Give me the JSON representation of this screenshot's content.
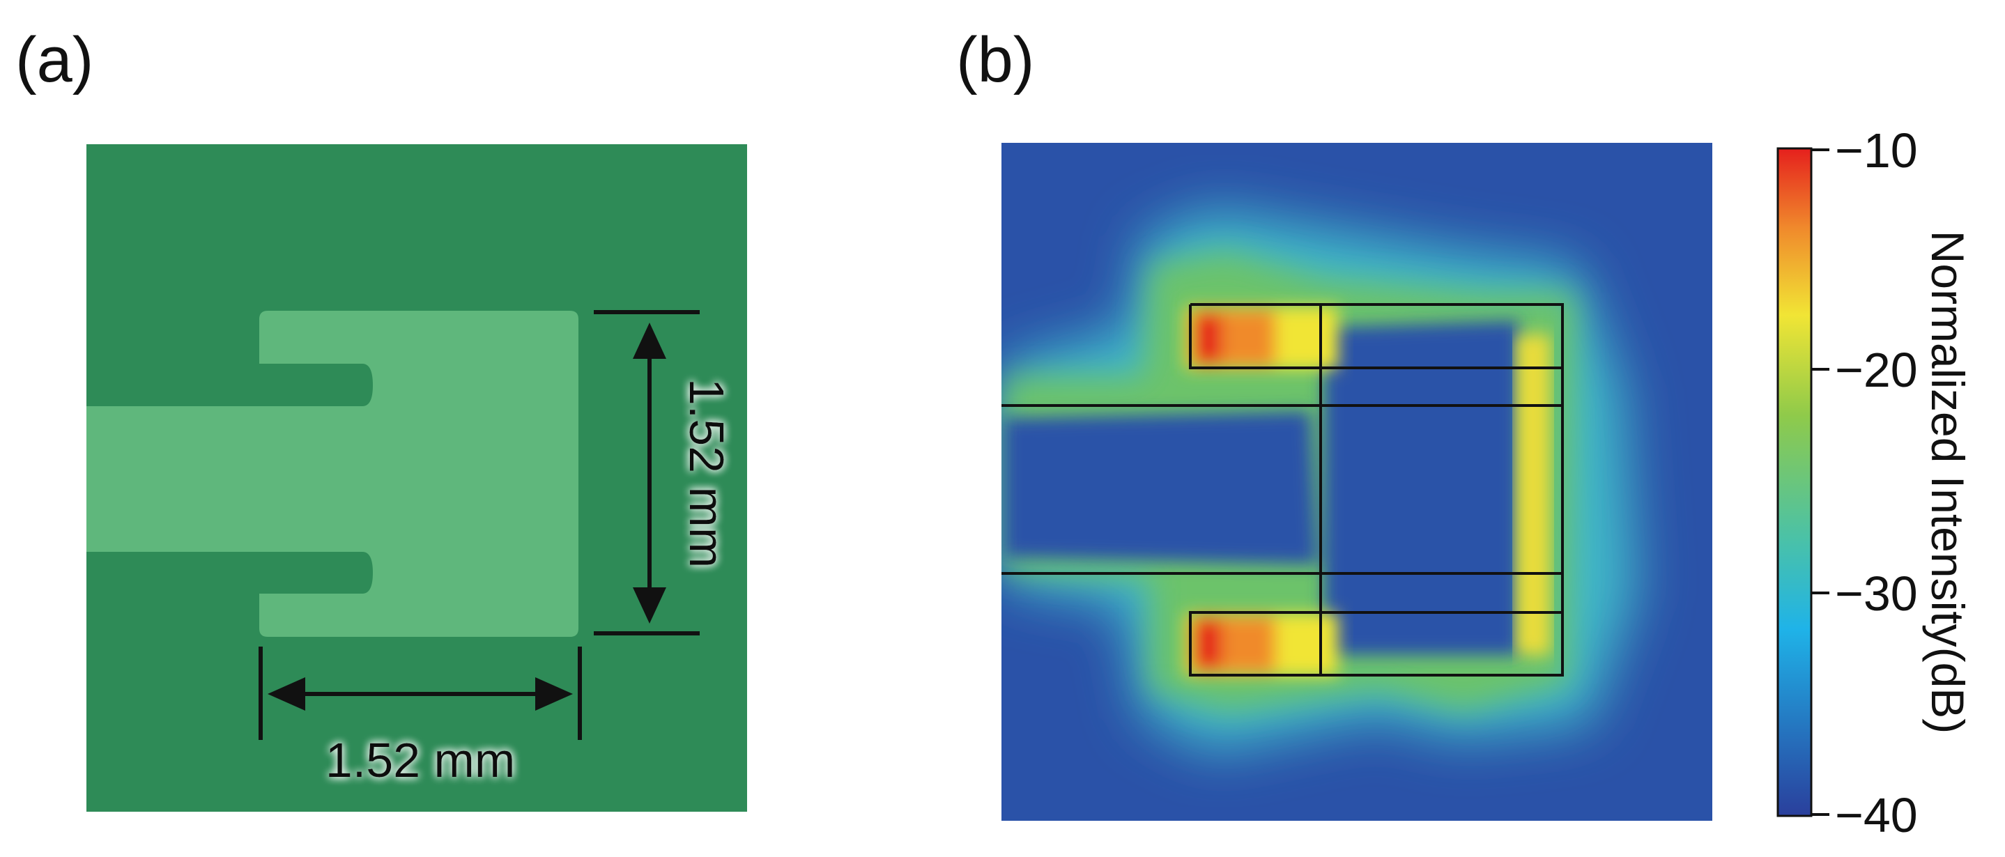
{
  "panels": {
    "a": {
      "label": "(a)",
      "width_dimension": "1.52 mm",
      "height_dimension": "1.52 mm",
      "colors": {
        "background": "#2d8a55",
        "metal": "#5fb77c"
      }
    },
    "b": {
      "label": "(b)",
      "colorbar": {
        "title": "Normalized Intensity(dB)",
        "range": [
          -40,
          -10
        ],
        "ticks": [
          "−10",
          "−20",
          "−30",
          "−40"
        ],
        "colors": [
          "#2a3f9c",
          "#1fb3e8",
          "#4cc2a5",
          "#8fca4a",
          "#f1e535",
          "#f08a2c",
          "#e5201d"
        ]
      }
    }
  }
}
